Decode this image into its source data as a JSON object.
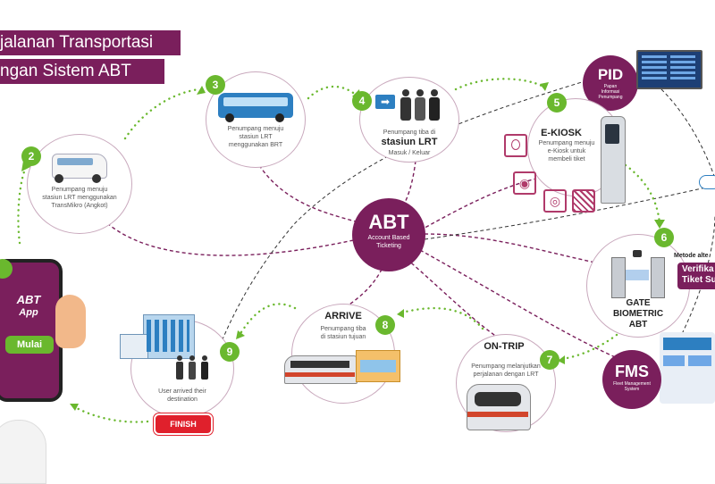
{
  "title": {
    "line1": "jalanan Transportasi",
    "line2": "ngan Sistem ABT"
  },
  "hub": {
    "label": "ABT",
    "subtitle_line1": "Account Based",
    "subtitle_line2": "Ticketing"
  },
  "phone": {
    "title_line1": "ABT",
    "title_line2": "App",
    "button": "Mulai"
  },
  "steps": [
    {
      "num": "2",
      "caption": [
        "Penumpang menuju",
        "stasiun LRT menggunakan",
        "TransMikro (Angkot)"
      ]
    },
    {
      "num": "3",
      "caption": [
        "Penumpang menuju",
        "stasiun LRT",
        "menggunakan BRT"
      ]
    },
    {
      "num": "4",
      "caption_top": "Penumpang tiba di",
      "heading": "stasiun LRT",
      "caption_bottom": "Masuk / Keluar"
    },
    {
      "num": "5",
      "heading": "E-KIOSK",
      "caption": [
        "Penumpang menuju",
        "e-Kiosk untuk",
        "membeli tiket"
      ]
    },
    {
      "num": "6",
      "heading": [
        "GATE",
        "BIOMETRIC",
        "ABT"
      ]
    },
    {
      "num": "7",
      "heading": "ON-TRIP",
      "caption": [
        "Penumpang melanjutkan",
        "perjalanan dengan LRT"
      ]
    },
    {
      "num": "8",
      "heading": "ARRIVE",
      "caption": [
        "Penumpang tiba",
        "di stasiun tujuan"
      ]
    },
    {
      "num": "9",
      "caption": [
        "User arrived their",
        "destination"
      ]
    }
  ],
  "pid": {
    "label": "PID",
    "caption": [
      "Papan",
      "Informasi",
      "Penumpang"
    ]
  },
  "fms": {
    "label": "FMS",
    "caption": [
      "Fleet Management",
      "System"
    ]
  },
  "side": {
    "metode": "Metode alte",
    "tag_line1": "Verifika",
    "tag_line2": "Tiket Su"
  },
  "finish": "FINISH",
  "colors": {
    "brand": "#7a1f5c",
    "accent": "#6ab82e",
    "finish": "#e0202c"
  }
}
